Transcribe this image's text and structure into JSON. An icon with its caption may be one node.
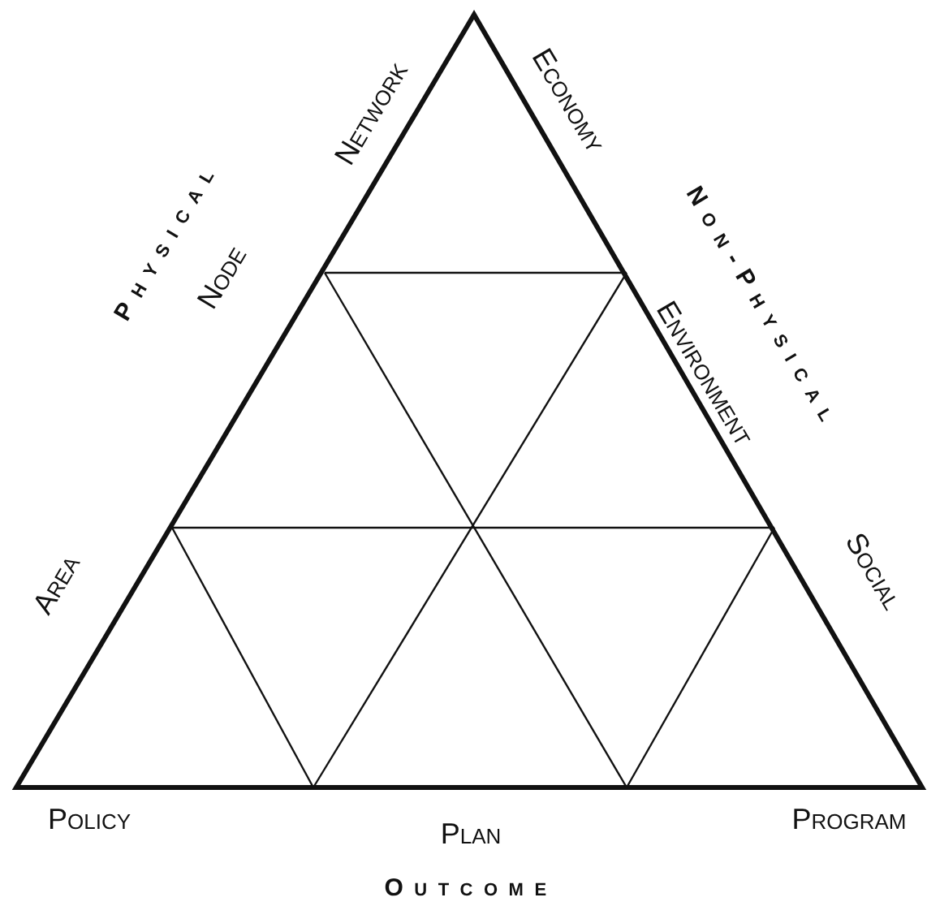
{
  "diagram": {
    "labels": [
      "Network",
      "Economy",
      "Non-Physical",
      "Physical",
      "Node",
      "Environment",
      "Area",
      "Social",
      "Policy",
      "Plan",
      "Program",
      "Outcome"
    ]
  }
}
